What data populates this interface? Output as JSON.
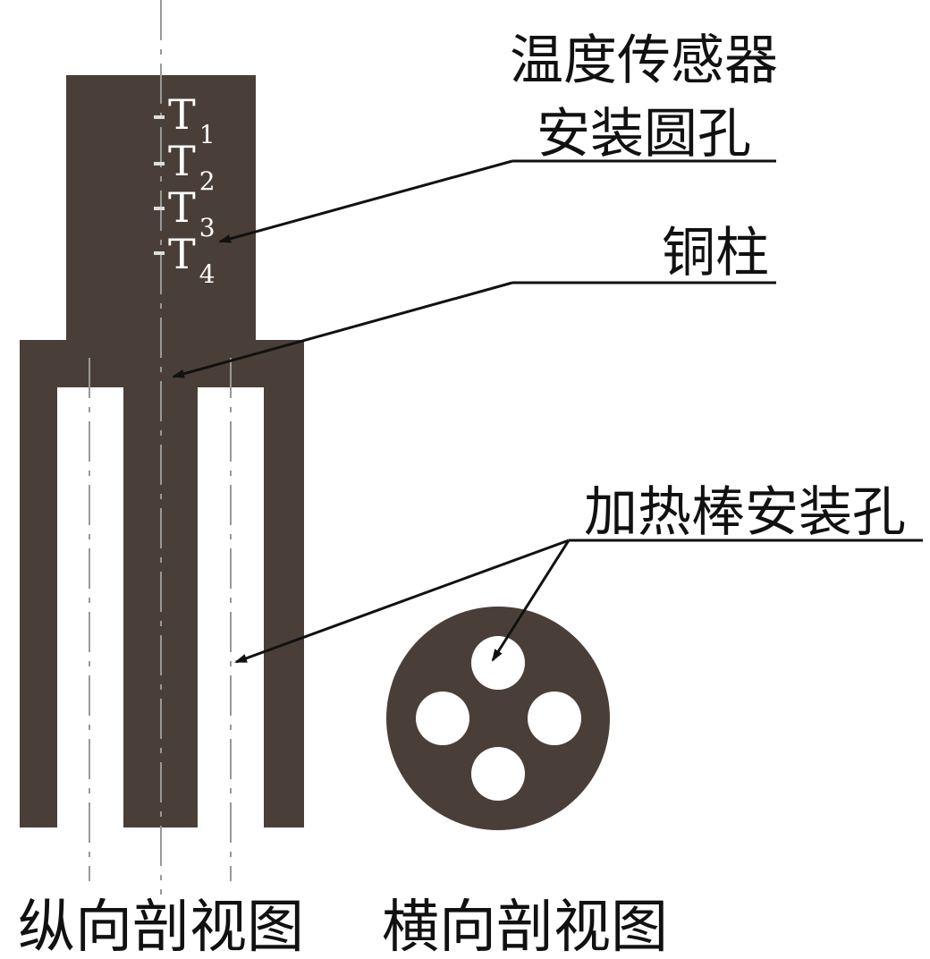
{
  "labels": {
    "sensor_line1": "温度传感器",
    "sensor_line2": "安装圆孔",
    "copper": "铜柱",
    "heater": "加热棒安装孔"
  },
  "sensors": [
    {
      "base": "T",
      "sub": "1"
    },
    {
      "base": "T",
      "sub": "2"
    },
    {
      "base": "T",
      "sub": "3"
    },
    {
      "base": "T",
      "sub": "4"
    }
  ],
  "captions": {
    "longitudinal": "纵向剖视图",
    "transverse": "横向剖视图"
  },
  "colors": {
    "body": "#4a3f38",
    "hole": "#ffffff",
    "line": "#111111"
  }
}
